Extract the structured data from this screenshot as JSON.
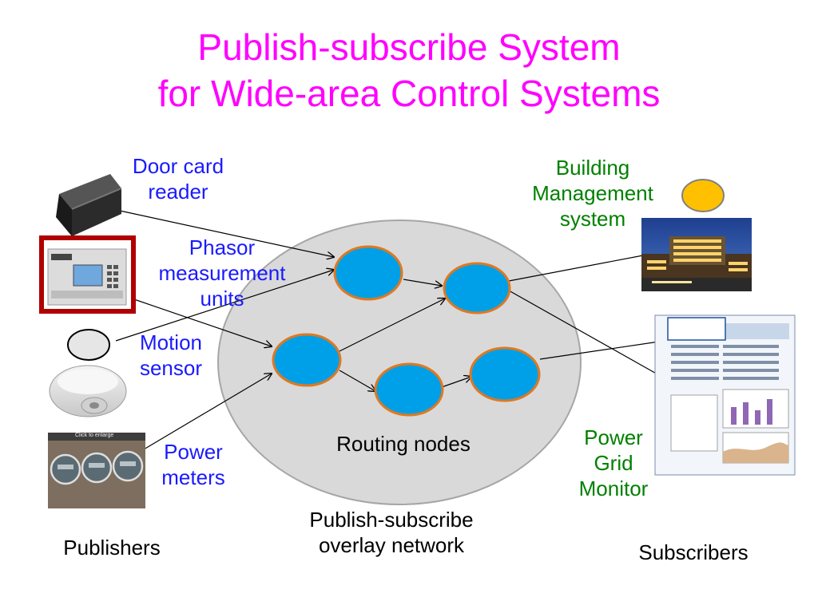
{
  "slide": {
    "title_line1": "Publish-subscribe System",
    "title_line2": "for Wide-area Control Systems"
  },
  "colors": {
    "title": "#ff00ff",
    "publisher_labels": "#1a1aff",
    "subscriber_labels": "#008000",
    "network_fill": "#d9d9d9",
    "node_fill": "#00a0e8",
    "node_stroke": "#e07820"
  },
  "publishers": {
    "group_label": "Publishers",
    "door_card_reader": {
      "line1": "Door card",
      "line2": "reader"
    },
    "phasor": {
      "line1": "Phasor",
      "line2": "measurement",
      "line3": "units"
    },
    "motion_sensor": {
      "line1": "Motion",
      "line2": "sensor"
    },
    "power_meters": {
      "line1": "Power",
      "line2": "meters"
    },
    "meter_photo_caption": "Click to enlarge"
  },
  "network": {
    "routing_label": "Routing nodes",
    "overlay_line1": "Publish-subscribe",
    "overlay_line2": "overlay network"
  },
  "subscribers": {
    "group_label": "Subscribers",
    "building_mgmt": {
      "line1": "Building",
      "line2": "Management",
      "line3": "system"
    },
    "grid_monitor": {
      "line1": "Power",
      "line2": "Grid",
      "line3": "Monitor"
    }
  }
}
